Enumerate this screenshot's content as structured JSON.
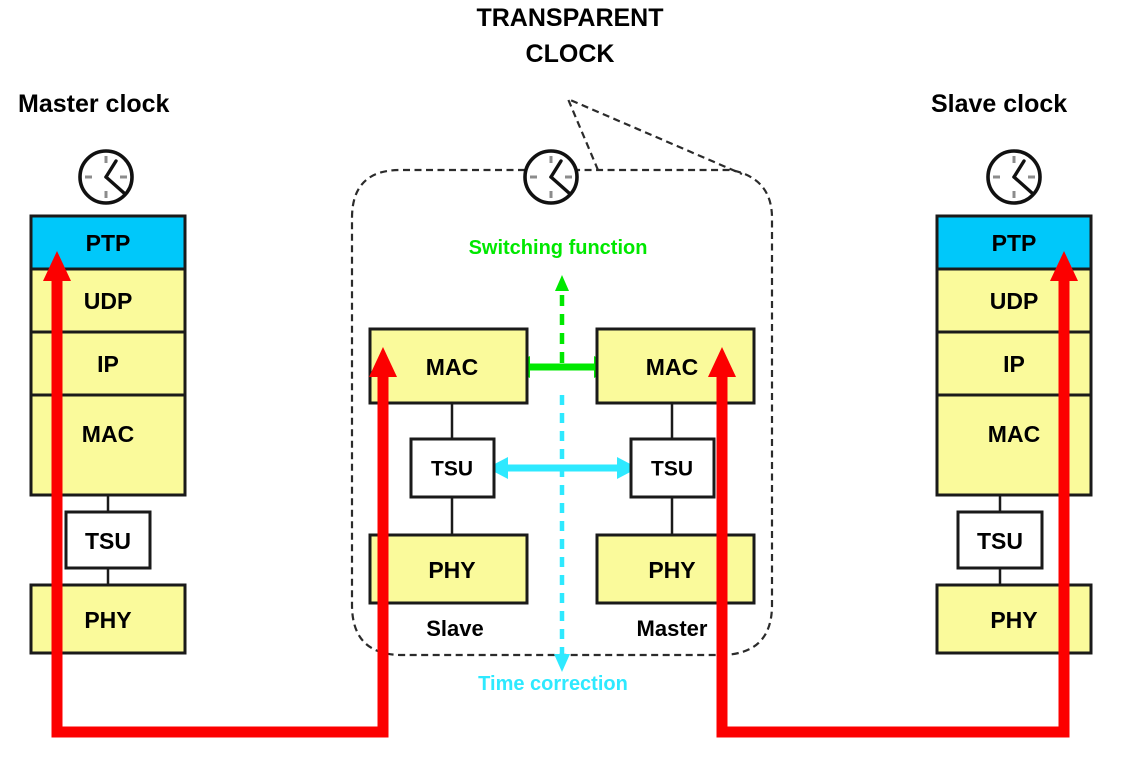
{
  "title": {
    "line1": "TRANSPARENT",
    "line2": "CLOCK"
  },
  "colors": {
    "ptp_blue": "#00c8fa",
    "layer_yellow": "#fafa9b",
    "tsu_white": "#ffffff",
    "border_black": "#1a1a1a",
    "red_path": "#fc0000",
    "green_accent": "#00e800",
    "cyan_accent": "#2ee9ff"
  },
  "left_node": {
    "label": "Master clock",
    "clock_icon": "analog-clock-icon",
    "layers": [
      {
        "name": "PTP",
        "fill": "#00c8fa"
      },
      {
        "name": "UDP",
        "fill": "#fafa9b"
      },
      {
        "name": "IP",
        "fill": "#fafa9b"
      },
      {
        "name": "MAC",
        "fill": "#fafa9b"
      },
      {
        "name": "TSU",
        "fill": "#ffffff"
      },
      {
        "name": "PHY",
        "fill": "#fafa9b"
      }
    ]
  },
  "right_node": {
    "label": "Slave clock",
    "clock_icon": "analog-clock-icon",
    "layers": [
      {
        "name": "PTP",
        "fill": "#00c8fa"
      },
      {
        "name": "UDP",
        "fill": "#fafa9b"
      },
      {
        "name": "IP",
        "fill": "#fafa9b"
      },
      {
        "name": "MAC",
        "fill": "#fafa9b"
      },
      {
        "name": "TSU",
        "fill": "#ffffff"
      },
      {
        "name": "PHY",
        "fill": "#fafa9b"
      }
    ]
  },
  "transparent_clock": {
    "clock_icon": "analog-clock-icon",
    "switching_function_label": "Switching function",
    "time_correction_label": "Time correction",
    "ports": [
      {
        "role": "Slave",
        "layers": [
          {
            "name": "MAC",
            "fill": "#fafa9b"
          },
          {
            "name": "TSU",
            "fill": "#ffffff"
          },
          {
            "name": "PHY",
            "fill": "#fafa9b"
          }
        ]
      },
      {
        "role": "Master",
        "layers": [
          {
            "name": "MAC",
            "fill": "#fafa9b"
          },
          {
            "name": "TSU",
            "fill": "#ffffff"
          },
          {
            "name": "PHY",
            "fill": "#fafa9b"
          }
        ]
      }
    ]
  },
  "flows": [
    {
      "name": "ptp-message-path-left",
      "color": "#fc0000"
    },
    {
      "name": "ptp-message-path-right",
      "color": "#fc0000"
    }
  ]
}
